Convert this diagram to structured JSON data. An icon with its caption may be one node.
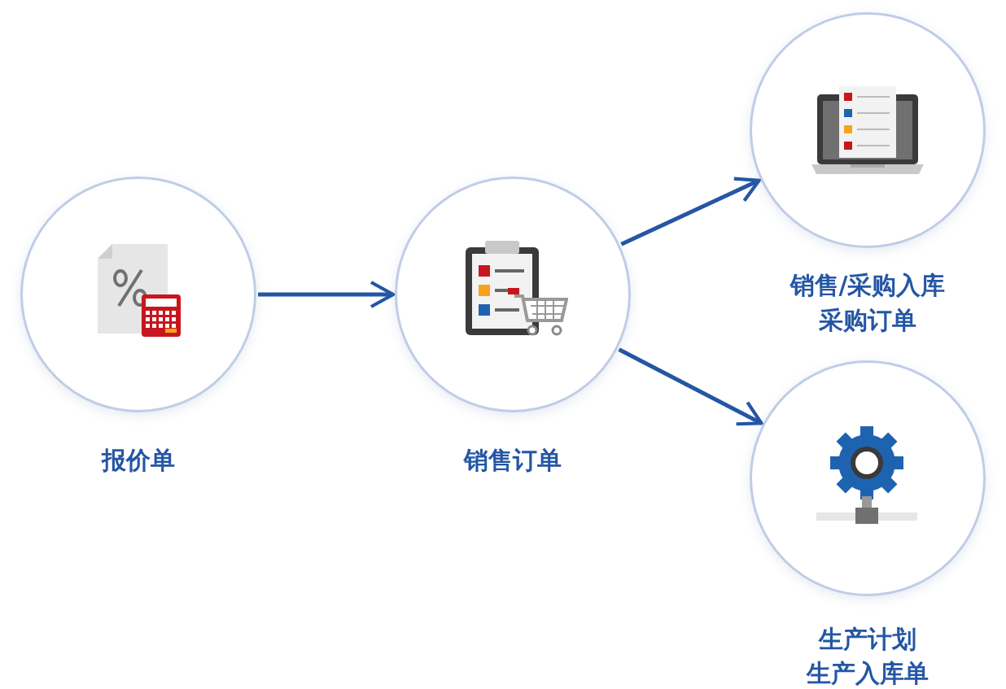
{
  "diagram": {
    "nodes": [
      {
        "text": [
          "报价单"
        ]
      },
      {
        "text": [
          "销售订单"
        ]
      },
      {
        "text": [
          "销售/采购入库",
          "采购订单"
        ]
      },
      {
        "text": [
          "生产计划",
          "生产入库单"
        ]
      }
    ],
    "edges": [
      {
        "from": 0,
        "to": 1,
        "arrow": "to"
      },
      {
        "from": 1,
        "to": 2,
        "arrow": "to"
      },
      {
        "from": 1,
        "to": 3,
        "arrow": "to"
      }
    ]
  }
}
